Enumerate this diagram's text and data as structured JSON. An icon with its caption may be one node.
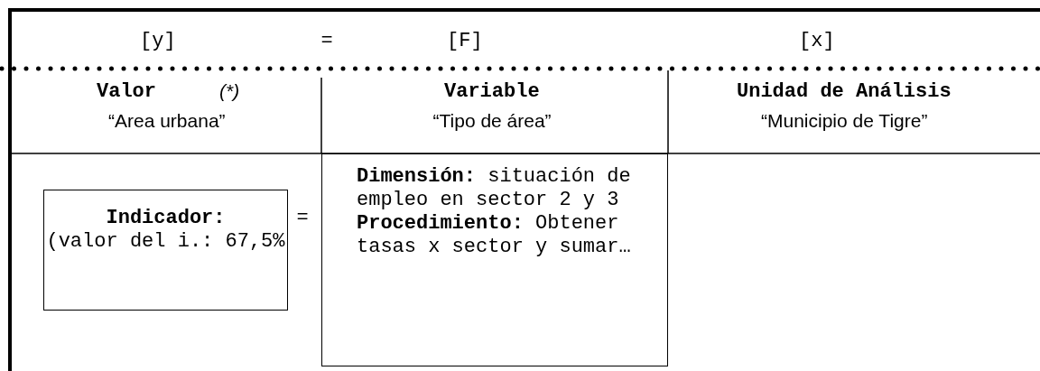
{
  "diagram": {
    "nodes": [
      {
        "text": [
          "**Indicador:**",
          "(valor del i.: 67,5%"
        ]
      },
      {
        "text": [
          "**Dimensión:** situación de empleo en sector 2 y 3",
          "**Procedimiento:** Obtener tasas x sector y sumar…"
        ]
      }
    ],
    "labels": [
      "[y]",
      "=",
      "[F]",
      "[x]",
      "Valor",
      "(*)",
      "Variable",
      "Unidad de Análisis",
      "“Area urbana”",
      "“Tipo de área”",
      "“Municipio de Tigre”",
      "="
    ]
  }
}
